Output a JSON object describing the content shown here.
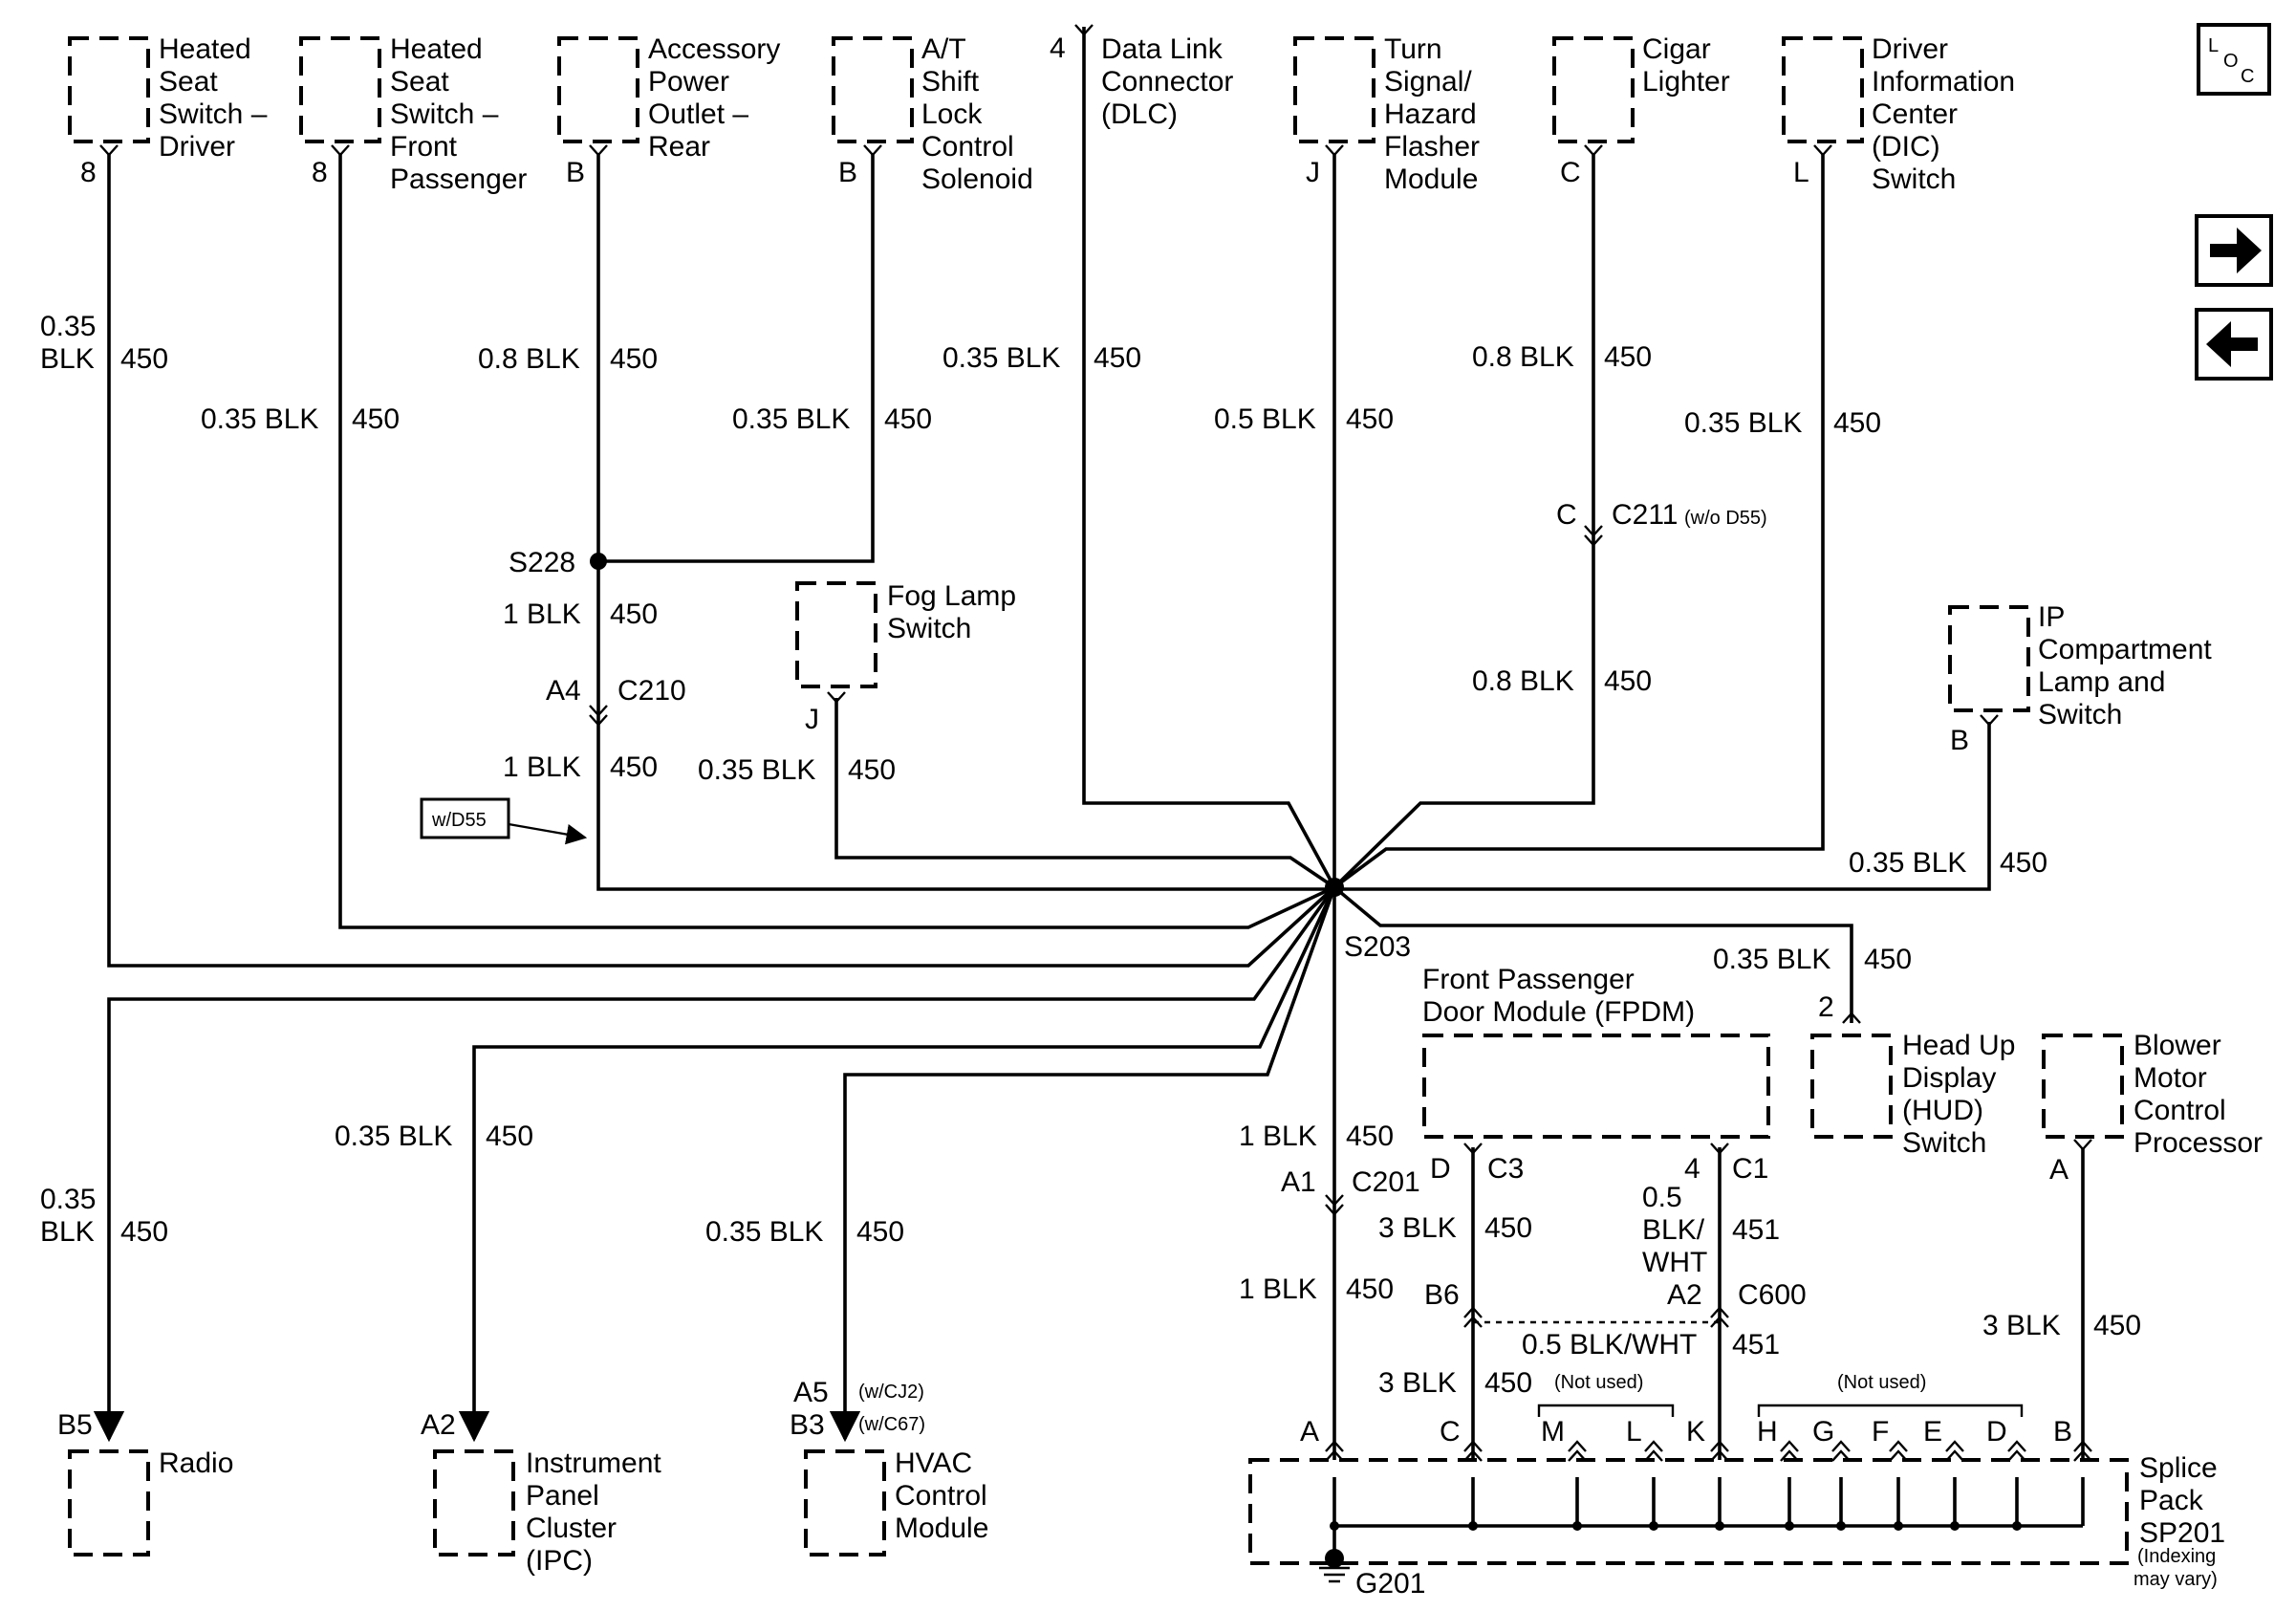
{
  "components": {
    "heated_seat_driver": [
      "Heated",
      "Seat",
      "Switch –",
      "Driver"
    ],
    "heated_seat_passenger": [
      "Heated",
      "Seat",
      "Switch –",
      "Front",
      "Passenger"
    ],
    "accessory_outlet": [
      "Accessory",
      "Power",
      "Outlet –",
      "Rear"
    ],
    "at_shift_lock": [
      "A/T",
      "Shift",
      "Lock",
      "Control",
      "Solenoid"
    ],
    "dlc": [
      "Data Link",
      "Connector",
      "(DLC)"
    ],
    "turn_signal": [
      "Turn",
      "Signal/",
      "Hazard",
      "Flasher",
      "Module"
    ],
    "cigar_lighter": [
      "Cigar",
      "Lighter"
    ],
    "dic_switch": [
      "Driver",
      "Information",
      "Center",
      "(DIC)",
      "Switch"
    ],
    "fog_lamp": [
      "Fog Lamp",
      "Switch"
    ],
    "ip_compartment": [
      "IP",
      "Compartment",
      "Lamp and",
      "Switch"
    ],
    "fpdm": [
      "Front Passenger",
      "Door Module (FPDM)"
    ],
    "hud": [
      "Head Up",
      "Display",
      "(HUD)",
      "Switch"
    ],
    "blower": [
      "Blower",
      "Motor",
      "Control",
      "Processor"
    ],
    "radio": [
      "Radio"
    ],
    "ipc": [
      "Instrument",
      "Panel",
      "Cluster",
      "(IPC)"
    ],
    "hvac": [
      "HVAC",
      "Control",
      "Module"
    ],
    "splice_pack": [
      "Splice",
      "Pack",
      "SP201"
    ],
    "splice_note": [
      "(Indexing",
      "may vary)"
    ]
  },
  "pins": {
    "driver": "8",
    "passenger": "8",
    "outlet": "B",
    "shift_lock": "B",
    "dlc": "4",
    "turn": "J",
    "cigar": "C",
    "dic": "L",
    "fog": "J",
    "ip": "B",
    "hud": "2",
    "blower": "A",
    "radio": "B5",
    "ipc": "A2",
    "hvac_a5": "A5",
    "hvac_b3": "B3",
    "fpdm_d": "D",
    "fpdm_4": "4",
    "sp_pins": [
      "A",
      "C",
      "M",
      "L",
      "K",
      "H",
      "G",
      "F",
      "E",
      "D",
      "B"
    ]
  },
  "wires": {
    "w_035blk": "0.35 BLK",
    "w_035blk_a": "0.35",
    "w_035blk_b": "BLK",
    "w_08blk": "0.8 BLK",
    "w_05blk": "0.5 BLK",
    "w_1blk": "1 BLK",
    "w_3blk": "3 BLK",
    "w_05blkwht": "0.5 BLK/WHT",
    "w_05blkwht_lines": [
      "0.5",
      "BLK/",
      "WHT"
    ],
    "circuit_450": "450",
    "circuit_451": "451"
  },
  "connectors": {
    "c210": "C210",
    "c210_pin": "A4",
    "c211": "C211",
    "c211_note": "(w/o D55)",
    "c211_pin": "C",
    "c201": "C201",
    "c201_pin": "A1",
    "c3": "C3",
    "c1": "C1",
    "c600": "C600",
    "c600_b6": "B6",
    "c600_a2": "A2",
    "w_cj2": "(w/CJ2)",
    "w_c67": "(w/C67)"
  },
  "splices": {
    "s228": "S228",
    "s203": "S203",
    "g201": "G201"
  },
  "notes": {
    "wd55": "w/D55",
    "not_used": "(Not used)"
  },
  "loc": {
    "l": "L",
    "o": "O",
    "c": "C"
  },
  "nav_icons": [
    "arrow-right-icon",
    "arrow-left-icon"
  ]
}
